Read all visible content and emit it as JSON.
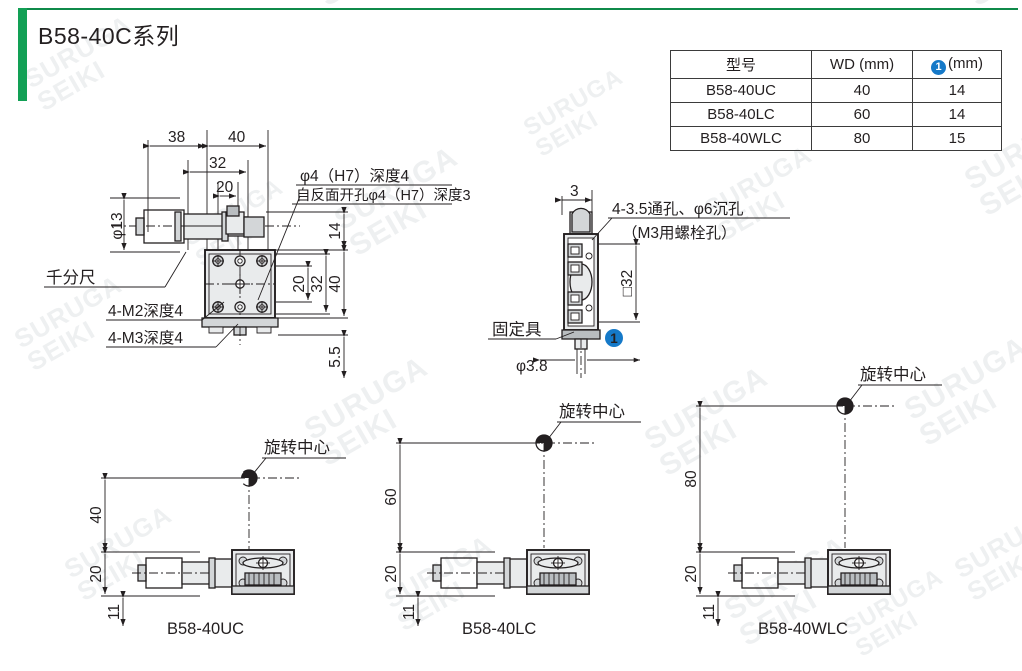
{
  "page": {
    "title": "B58-40C系列",
    "accent_green": "#12a055",
    "watermark_text_line1": "SURUGA",
    "watermark_text_line2": "SEIKI",
    "watermark_color": "#eef0f1"
  },
  "spec_table": {
    "headers": [
      "型号",
      "WD(mm)",
      "①(mm)"
    ],
    "header_model": "型号",
    "header_wd": "WD (mm)",
    "header_one_badge": "1",
    "header_one_unit": "(mm)",
    "rows": [
      {
        "model": "B58-40UC",
        "wd": "40",
        "one": "14"
      },
      {
        "model": "B58-40LC",
        "wd": "60",
        "one": "14"
      },
      {
        "model": "B58-40WLC",
        "wd": "80",
        "one": "15"
      }
    ]
  },
  "main_view": {
    "dims": {
      "d38": "38",
      "d40_top": "40",
      "d32_top": "32",
      "d20_top": "20",
      "phi13": "φ13",
      "d14_right": "14",
      "d20_right": "20",
      "d32_right": "32",
      "d40_right": "40",
      "d55_right": "5.5"
    },
    "notes": {
      "hole_note_line1": "φ4（H7）深度4",
      "hole_note_line2": "自反面开孔φ4（H7）深度3",
      "micrometer": "千分尺",
      "tap_m2": "4-M2深度4",
      "tap_m3": "4-M3深度4"
    }
  },
  "side_view": {
    "dims": {
      "d3": "3",
      "square32": "□32",
      "phi38": "φ3.8"
    },
    "notes": {
      "counterbore_line1": "4-3.5通孔、φ6沉孔",
      "counterbore_line2": "（M3用螺栓孔）",
      "fixture": "固定具",
      "marker_one": "1"
    }
  },
  "bottom_views": [
    {
      "name": "B58-40UC",
      "label_rotation_center": "旋转中心",
      "dim_wd": "40",
      "dim_20": "20",
      "dim_11": "11"
    },
    {
      "name": "B58-40LC",
      "label_rotation_center": "旋转中心",
      "dim_wd": "60",
      "dim_20": "20",
      "dim_11": "11"
    },
    {
      "name": "B58-40WLC",
      "label_rotation_center": "旋转中心",
      "dim_wd": "80",
      "dim_20": "20",
      "dim_11": "11"
    }
  ]
}
